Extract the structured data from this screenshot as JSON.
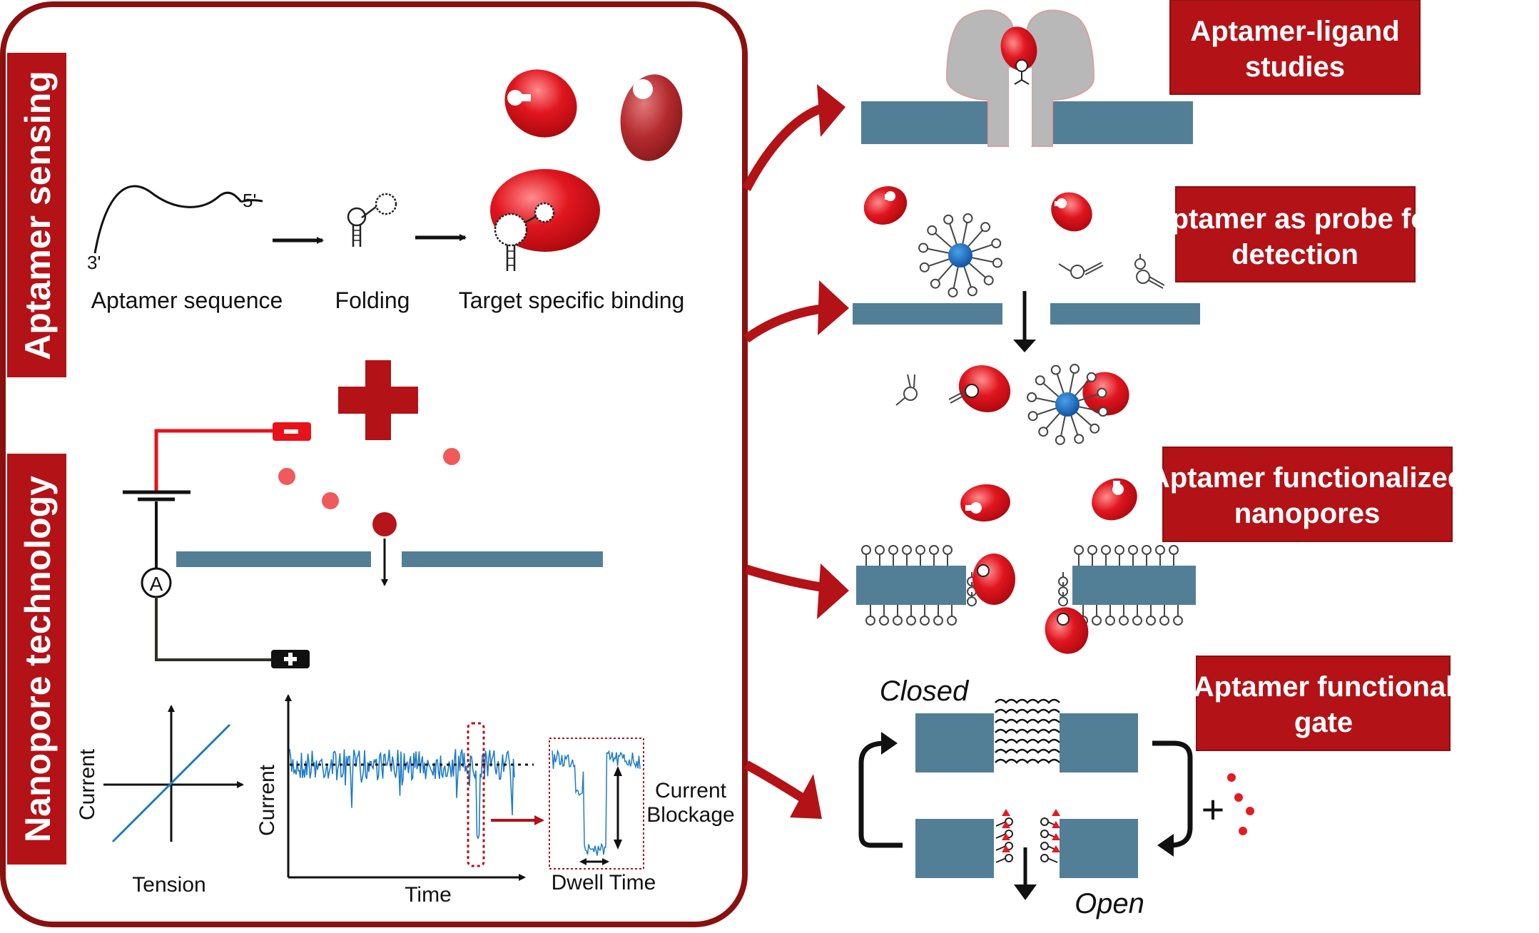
{
  "left_panel": {
    "aptamer_sensing_title": "Aptamer sensing",
    "nanopore_technology_title": "Nanopore technology",
    "strand_5prime": "5'",
    "strand_3prime": "3'",
    "step_sequence": "Aptamer sequence",
    "step_folding": "Folding",
    "step_binding": "Target specific binding",
    "ammeter_symbol": "A",
    "iv_ylabel": "Current",
    "iv_xlabel": "Tension",
    "trace_ylabel": "Current",
    "trace_xlabel": "Time",
    "blockage_label_line1": "Current",
    "blockage_label_line2": "Blockage",
    "dwell_label": "Dwell Time"
  },
  "right_panel": {
    "box1_line1": "Aptamer-ligand",
    "box1_line2": "studies",
    "box2_line1": "Aptamer as probe for",
    "box2_line2": "detection",
    "box3_line1": "Aptamer functionalized",
    "box3_line2": "nanopores",
    "box4_line1": "Aptamer functional",
    "box4_line2": "gate",
    "gate_closed": "Closed",
    "gate_open": "Open",
    "gate_plus": "+"
  },
  "colors": {
    "frame": "#8b1010",
    "banner": "#b31217",
    "membrane": "#537f96",
    "target_red": "#d9141d",
    "trace_blue": "#1f7cc6",
    "nanoparticle_blue": "#1c6fc0"
  }
}
